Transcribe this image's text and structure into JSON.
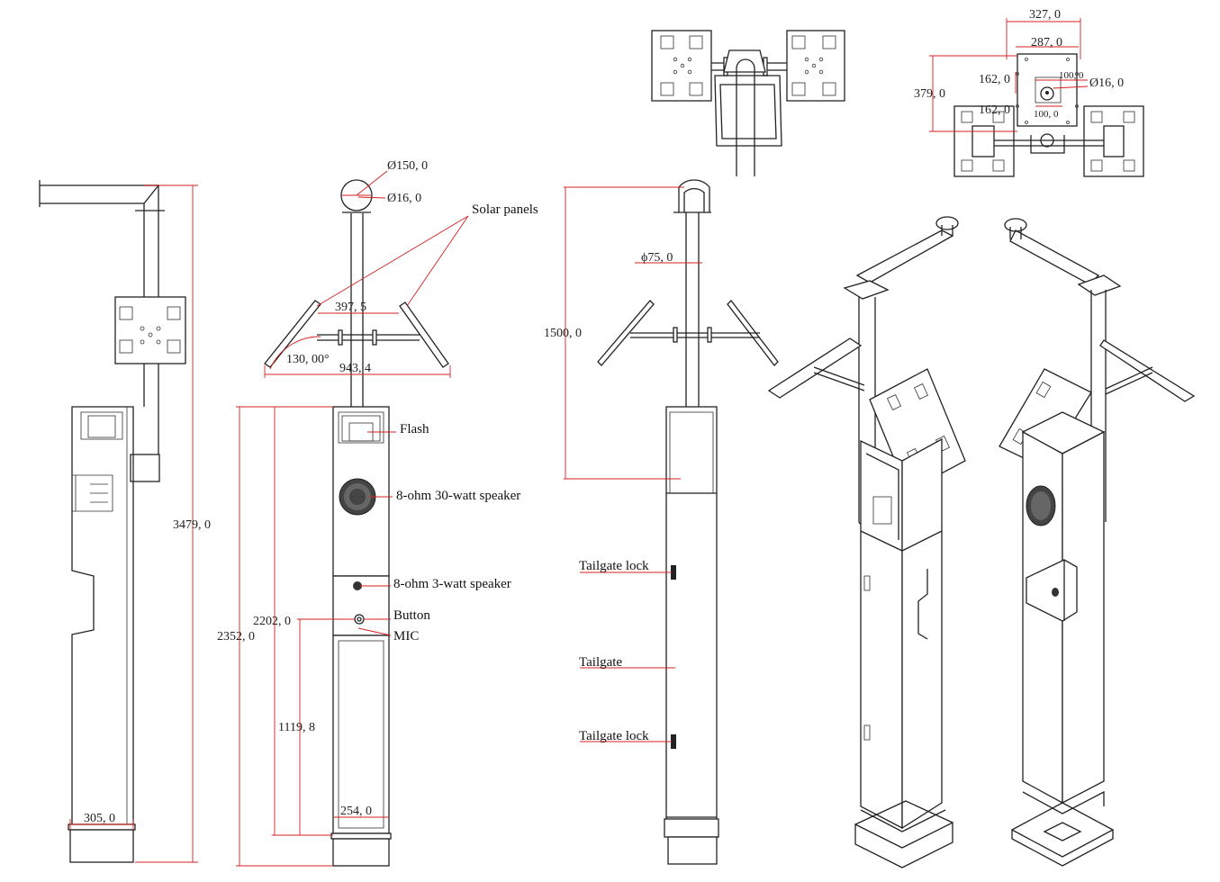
{
  "dimensions": {
    "total_height": "3479, 0",
    "base_width_side": "305, 0",
    "globe_diameter": "Ø150, 0",
    "pipe_diameter": "Ø16, 0",
    "solar_span_inner": "397, 5",
    "solar_span_outer": "943, 4",
    "solar_angle": "130, 00°",
    "cabinet_height": "2352, 0",
    "button_height": "2202, 0",
    "lower_height": "1119, 8",
    "base_width_front": "254, 0",
    "pole_diameter": "ϕ75, 0",
    "arm_height": "1500, 0",
    "plate_width_outer": "327, 0",
    "plate_width_inner": "287, 0",
    "plate_height": "379, 0",
    "plate_offset_top": "162, 0",
    "plate_offset_bottom": "162, 0",
    "hole_spacing_h": "100, 0",
    "hole_spacing_v": "100, 0",
    "hole_diameter": "Ø16, 0"
  },
  "labels": {
    "solar": "Solar panels",
    "flash": "Flash",
    "speaker_big": "8-ohm 30-watt speaker",
    "speaker_small": "8-ohm 3-watt speaker",
    "button": "Button",
    "mic": "MIC",
    "lock_top": "Tailgate lock",
    "tailgate": "Tailgate",
    "lock_bottom": "Tailgate lock"
  },
  "colors": {
    "line": "#222222",
    "dimension": "#d42020"
  }
}
